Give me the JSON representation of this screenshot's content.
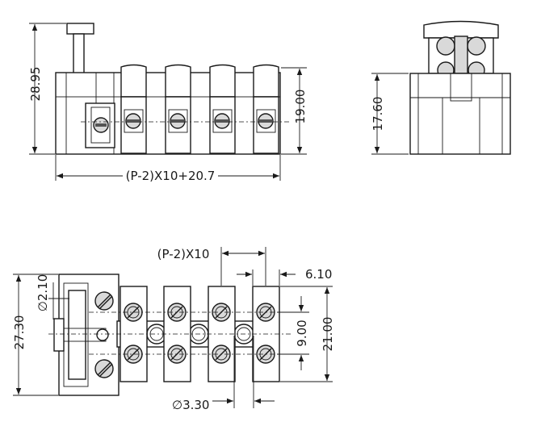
{
  "dimensions": {
    "overall_height": "28.95",
    "body_height": "19.00",
    "length_formula": "(P-2)X10+20.7",
    "side_height": "17.60",
    "pitch_formula": "(P-2)X10",
    "pitch_width": "6.10",
    "pin_diameter": "2.10",
    "overall_depth": "27.30",
    "screw_spacing": "9.00",
    "body_depth": "21.00",
    "hole_diameter": "3.30"
  },
  "symbols": {
    "diameter": "∅"
  }
}
